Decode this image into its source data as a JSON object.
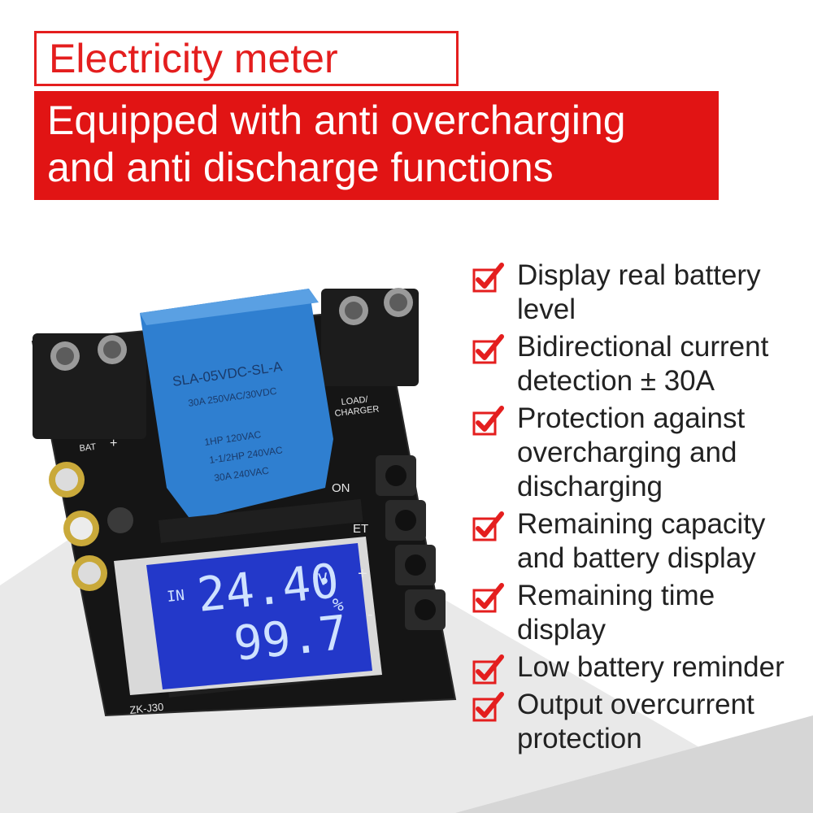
{
  "header": {
    "title": "Electricity meter",
    "banner_lines": [
      "Equipped with anti overcharging",
      "and anti discharge functions"
    ]
  },
  "features": [
    {
      "lines": [
        "Display real battery",
        "level"
      ]
    },
    {
      "lines": [
        "Bidirectional current",
        "detection ± 30A"
      ]
    },
    {
      "lines": [
        "Protection against",
        "overcharging and",
        "discharging"
      ]
    },
    {
      "lines": [
        "Remaining capacity",
        "and battery display"
      ]
    },
    {
      "lines": [
        "Remaining time",
        "display"
      ]
    },
    {
      "lines": [
        "Low battery reminder"
      ]
    },
    {
      "lines": [
        "Output overcurrent",
        "protection"
      ]
    }
  ],
  "product": {
    "relay": {
      "model": "SLA-05VDC-SL-A",
      "rating": "30A 250VAC/30VDC",
      "spec1": "1HP 120VAC",
      "spec2": "1-1/2HP 240VAC",
      "spec3": "30A 240VAC"
    },
    "lcd": {
      "in_label": "IN",
      "voltage": "24.40",
      "voltage_unit": "V",
      "percent": "99.7",
      "percent_unit": "%"
    },
    "silkscreen": {
      "board_model": "ZK-J30",
      "bat_label": "BAT",
      "bat_plus": "+",
      "load_label": "LOAD/",
      "charger_label": "CHARGER",
      "on_label": "ON",
      "set_label": "ET",
      "plus_label": "+",
      "minus_label": "-"
    }
  },
  "colors": {
    "accent_red": "#e11414",
    "check_red": "#e41e1e",
    "lcd_blue": "#2338c9",
    "relay_blue": "#2f7fd0",
    "pcb": "#161616"
  }
}
